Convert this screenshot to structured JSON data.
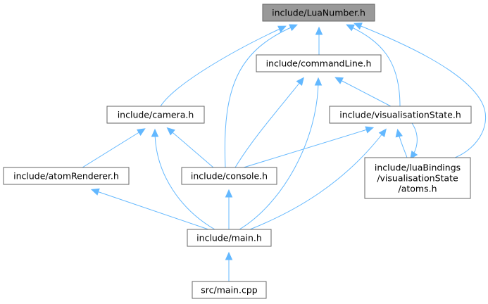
{
  "colors": {
    "edge": "#63b8ff",
    "node_border": "#666666",
    "node_fill": "#ffffff",
    "highlight_fill": "#999999",
    "text": "#000000"
  },
  "nodes": [
    {
      "id": "luanumber",
      "lines": [
        "include/LuaNumber.h"
      ],
      "highlighted": true
    },
    {
      "id": "commandline",
      "lines": [
        "include/commandLine.h"
      ]
    },
    {
      "id": "camera",
      "lines": [
        "include/camera.h"
      ]
    },
    {
      "id": "visstate",
      "lines": [
        "include/visualisationState.h"
      ]
    },
    {
      "id": "atomrenderer",
      "lines": [
        "include/atomRenderer.h"
      ]
    },
    {
      "id": "console",
      "lines": [
        "include/console.h"
      ]
    },
    {
      "id": "luabind",
      "lines": [
        "include/luaBindings",
        "/visualisationState",
        "/atoms.h"
      ]
    },
    {
      "id": "mainh",
      "lines": [
        "include/main.h"
      ]
    },
    {
      "id": "maincpp",
      "lines": [
        "src/main.cpp"
      ]
    }
  ],
  "edges": [
    {
      "from": "luanumber",
      "to": "commandline"
    },
    {
      "from": "luanumber",
      "to": "camera"
    },
    {
      "from": "luanumber",
      "to": "visstate"
    },
    {
      "from": "luanumber",
      "to": "console"
    },
    {
      "from": "luanumber",
      "to": "luabind"
    },
    {
      "from": "commandline",
      "to": "visstate"
    },
    {
      "from": "commandline",
      "to": "console"
    },
    {
      "from": "commandline",
      "to": "mainh"
    },
    {
      "from": "camera",
      "to": "atomrenderer"
    },
    {
      "from": "camera",
      "to": "console"
    },
    {
      "from": "camera",
      "to": "mainh"
    },
    {
      "from": "visstate",
      "to": "console"
    },
    {
      "from": "visstate",
      "to": "luabind"
    },
    {
      "from": "visstate",
      "to": "mainh"
    },
    {
      "from": "luabind",
      "to": "visstate"
    },
    {
      "from": "atomrenderer",
      "to": "mainh"
    },
    {
      "from": "console",
      "to": "mainh"
    },
    {
      "from": "mainh",
      "to": "maincpp"
    }
  ]
}
